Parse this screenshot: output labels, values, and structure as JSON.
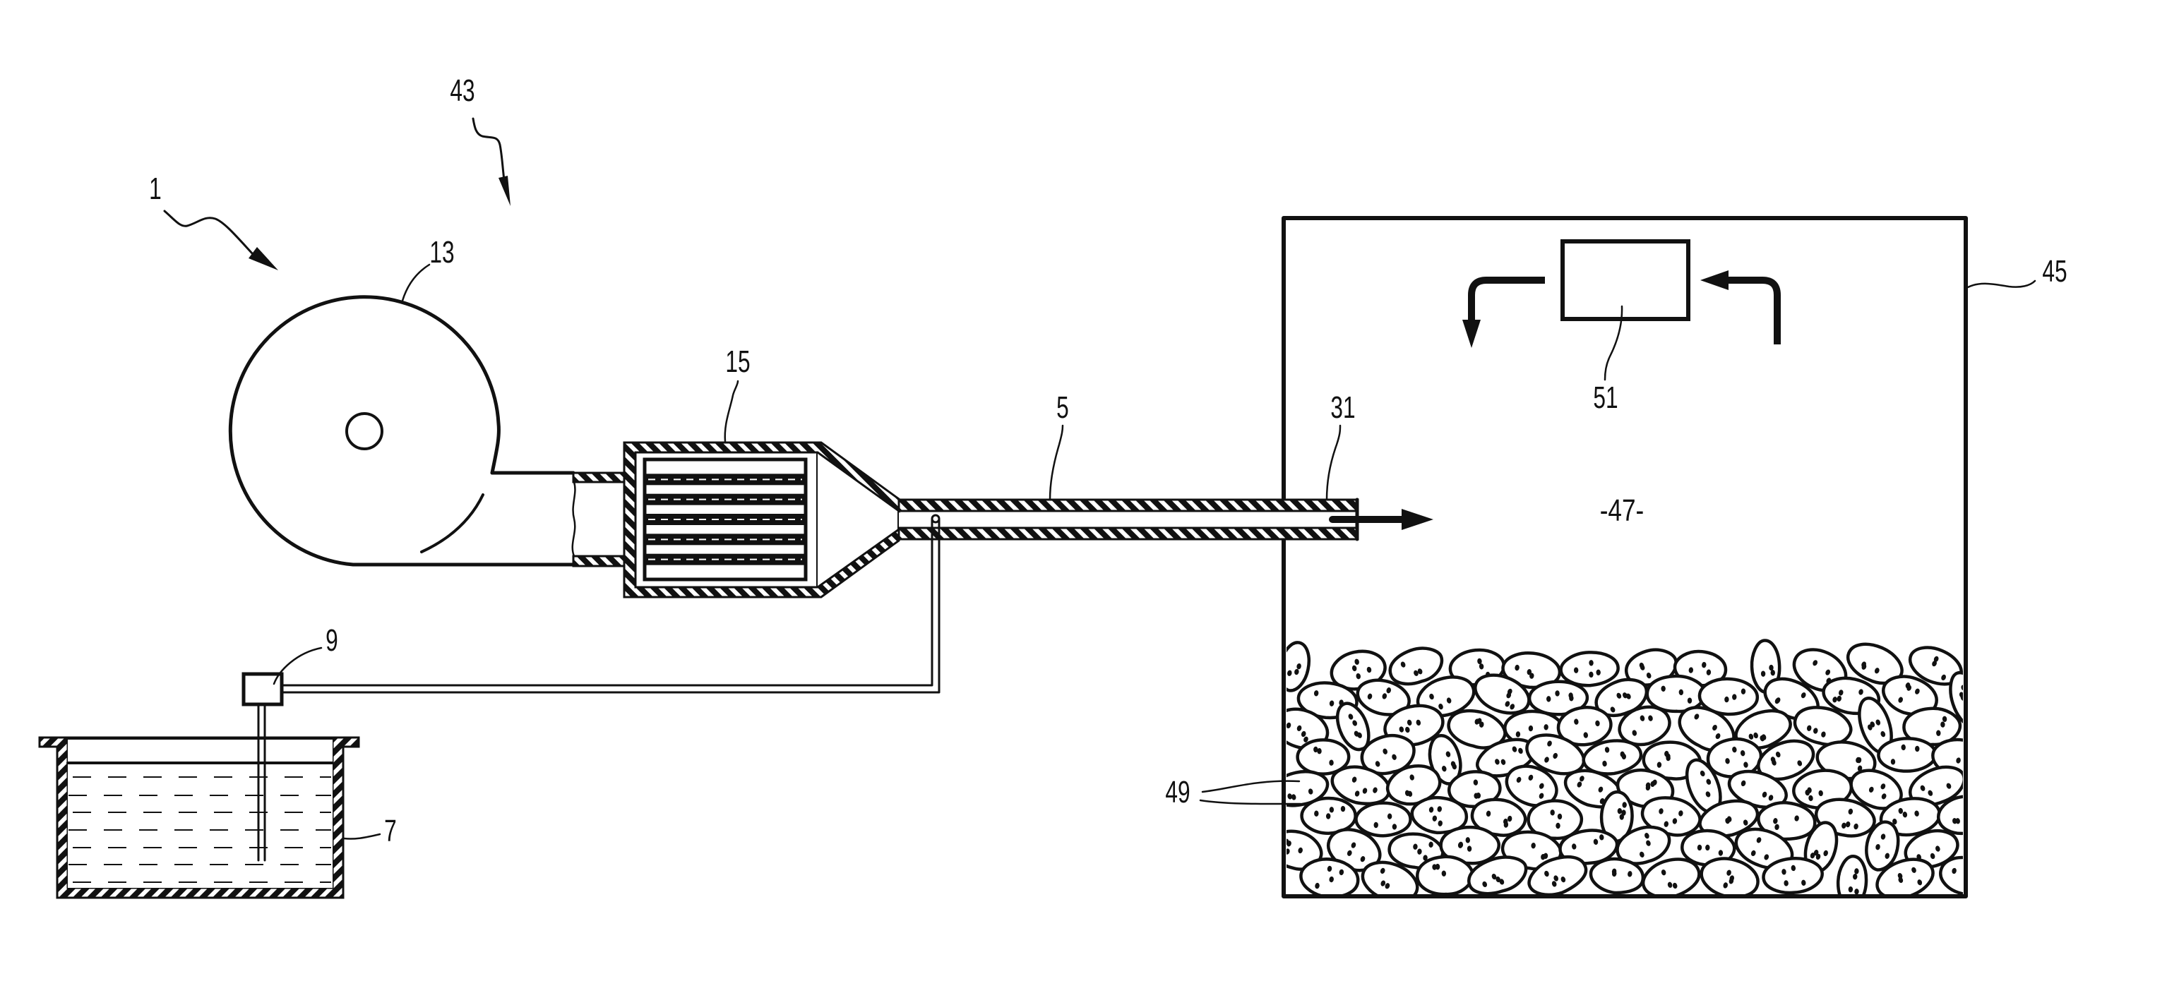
{
  "figure": {
    "type": "patent-drawing",
    "description": "Air treatment installation: fan blowing through filter into pipe injecting into a storage enclosure containing potatoes",
    "colors": {
      "ink": "#111111",
      "paper": "#ffffff"
    }
  },
  "labels": {
    "installation": "1",
    "assembly": "43",
    "fan": "13",
    "filter": "15",
    "pipe": "5",
    "nozzle": "31",
    "sensor": "9",
    "tank": "7",
    "enclosure": "45",
    "enclosure_volume": "-47-",
    "products": "49",
    "air_circulation_unit": "51"
  },
  "components": [
    {
      "ref": "1",
      "name": "installation",
      "icon": "wavy-arrow"
    },
    {
      "ref": "43",
      "name": "assembly",
      "icon": "wavy-arrow"
    },
    {
      "ref": "13",
      "name": "fan",
      "icon": "volute-fan"
    },
    {
      "ref": "15",
      "name": "filter",
      "icon": "filter-cartridge"
    },
    {
      "ref": "5",
      "name": "pipe",
      "icon": "hatched-pipe"
    },
    {
      "ref": "31",
      "name": "injection-nozzle",
      "icon": "pipe-outlet"
    },
    {
      "ref": "9",
      "name": "sensor",
      "icon": "square-probe"
    },
    {
      "ref": "7",
      "name": "liquid-tank",
      "icon": "tank"
    },
    {
      "ref": "45",
      "name": "storage-enclosure",
      "icon": "rectangle"
    },
    {
      "ref": "47",
      "name": "enclosure-atmosphere",
      "icon": "text"
    },
    {
      "ref": "49",
      "name": "stored-potatoes",
      "icon": "potato-pile"
    },
    {
      "ref": "51",
      "name": "ventilation-unit",
      "icon": "box-with-circulation-arrows"
    }
  ],
  "filter_bars": 5,
  "potato_rows": 8
}
